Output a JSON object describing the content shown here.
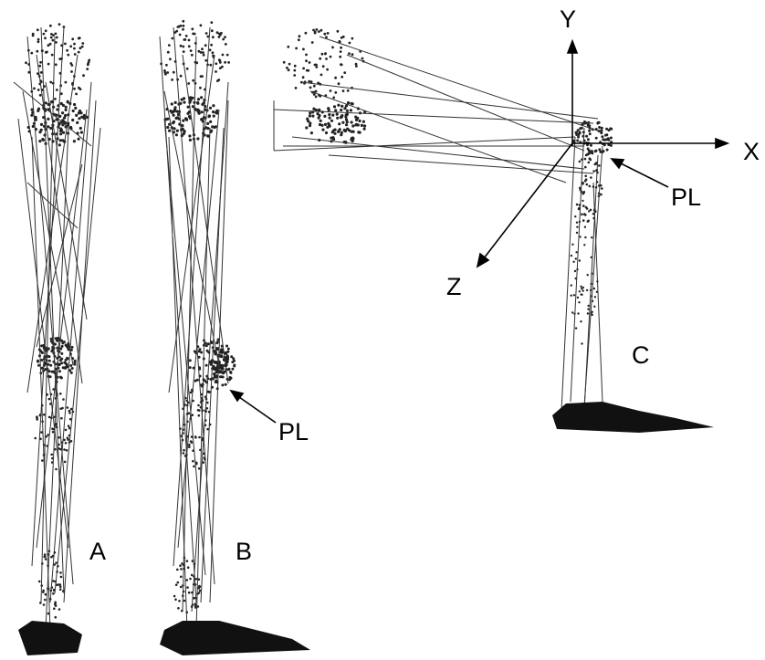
{
  "figure": {
    "views": [
      {
        "id": "A",
        "label": "A"
      },
      {
        "id": "B",
        "label": "B"
      },
      {
        "id": "C",
        "label": "C"
      }
    ],
    "axes": {
      "x_label": "X",
      "y_label": "Y",
      "z_label": "Z"
    },
    "annotations": {
      "pl_view_b": "PL",
      "pl_view_c": "PL"
    },
    "colors": {
      "background": "#ffffff",
      "ink": "#000000",
      "muscle_lines": "#333333",
      "bone_points": "#222222"
    }
  }
}
